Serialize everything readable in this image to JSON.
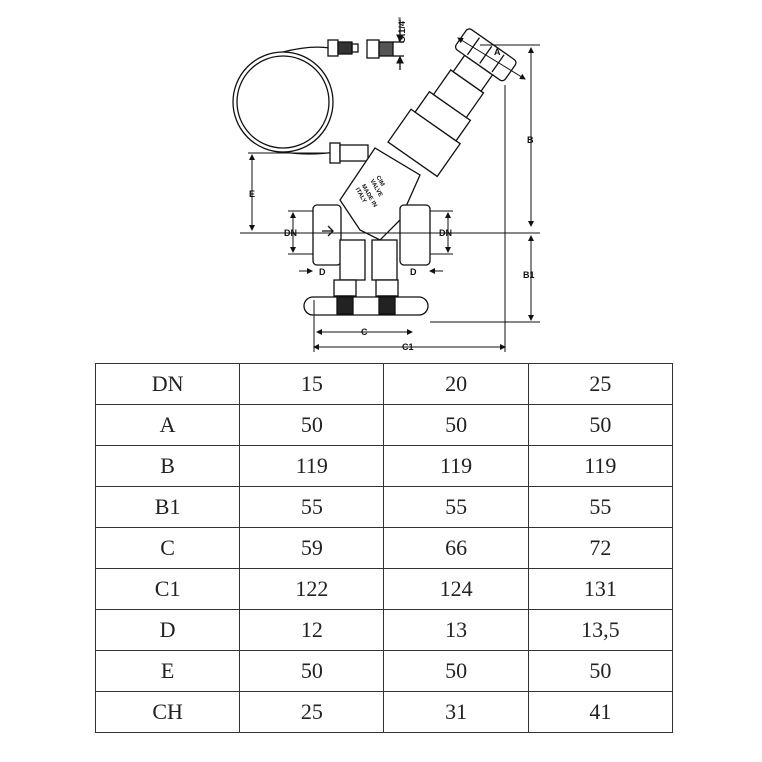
{
  "drawing": {
    "labels": {
      "thread": "G.1/4\"",
      "a": "A",
      "b": "B",
      "b1": "B1",
      "c": "C",
      "c1": "C1",
      "e": "E",
      "dn_left": "DN",
      "dn_right": "DN",
      "d_left": "D",
      "d_right": "D"
    },
    "marking": [
      "CIM",
      "VALVE",
      "MADE IN",
      "ITALY"
    ]
  },
  "table": {
    "rows": [
      {
        "label": "DN",
        "values": [
          "15",
          "20",
          "25"
        ]
      },
      {
        "label": "A",
        "values": [
          "50",
          "50",
          "50"
        ]
      },
      {
        "label": "B",
        "values": [
          "119",
          "119",
          "119"
        ]
      },
      {
        "label": "B1",
        "values": [
          "55",
          "55",
          "55"
        ]
      },
      {
        "label": "C",
        "values": [
          "59",
          "66",
          "72"
        ]
      },
      {
        "label": "C1",
        "values": [
          "122",
          "124",
          "131"
        ]
      },
      {
        "label": "D",
        "values": [
          "12",
          "13",
          "13,5"
        ]
      },
      {
        "label": "E",
        "values": [
          "50",
          "50",
          "50"
        ]
      },
      {
        "label": "CH",
        "values": [
          "25",
          "31",
          "41"
        ]
      }
    ]
  }
}
